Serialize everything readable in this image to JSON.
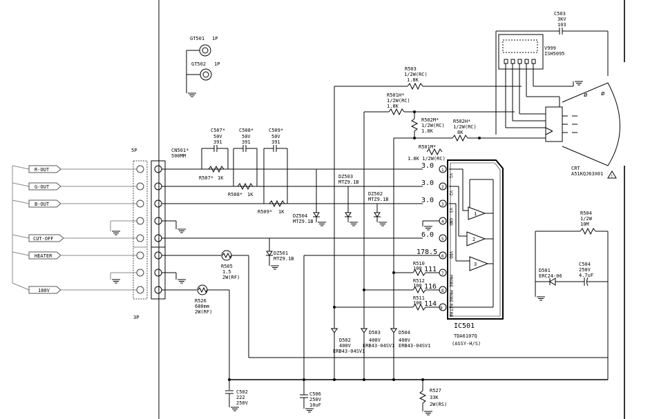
{
  "connectors": {
    "left_pins": "5P",
    "right_pins": "3P"
  },
  "inputs": [
    {
      "label": "R-OUT"
    },
    {
      "label": "G-OUT"
    },
    {
      "label": "B-OUT"
    },
    {
      "label": "CUT-OFF"
    },
    {
      "label": "HEATER"
    },
    {
      "label": "180V"
    }
  ],
  "gt501": {
    "ref": "GT501",
    "val": "1P"
  },
  "gt502": {
    "ref": "GT502",
    "val": "1P"
  },
  "cn501": {
    "ref": "CN501*",
    "val": "500MM"
  },
  "c507": {
    "ref": "C507*",
    "v1": "50V",
    "v2": "391"
  },
  "c508": {
    "ref": "C508*",
    "v1": "50V",
    "v2": "391"
  },
  "c509": {
    "ref": "C509*",
    "v1": "50V",
    "v2": "391"
  },
  "r507": {
    "ref": "R507*",
    "val": "1K"
  },
  "r508": {
    "ref": "R508*",
    "val": "1K"
  },
  "r509": {
    "ref": "R509*",
    "val": "1K"
  },
  "dz503": {
    "ref": "DZ503",
    "val": "MTZ9.1B"
  },
  "dz502": {
    "ref": "DZ502",
    "val": "MTZ9.1B"
  },
  "dz504": {
    "ref": "DZ504",
    "val": "MTZ9.1B"
  },
  "dz501": {
    "ref": "DZ501",
    "val": "MTZ9.1B"
  },
  "r505": {
    "ref": "R505",
    "v1": "1.5",
    "v2": "2W(RF)"
  },
  "r526": {
    "ref": "R526",
    "v1": "680mm",
    "v2": "2W(RF)"
  },
  "r503": {
    "ref": "R503",
    "v1": "1/2W(RC)",
    "v2": "1.8K"
  },
  "r501h": {
    "ref": "R501H*",
    "v1": "1/2W(RC)",
    "v2": "1.8K"
  },
  "r502m": {
    "ref": "R502M*",
    "v1": "1/2W(RC)",
    "v2": "1.8K"
  },
  "r502h": {
    "ref": "R502H*",
    "v1": "1/2W(RC)",
    "v2": "8K"
  },
  "r501m": {
    "ref": "R501M*",
    "v1": "1.8K 1/2W(RC)"
  },
  "c503": {
    "ref": "C503",
    "v1": "3KV",
    "v2": "103"
  },
  "v999": {
    "ref": "V999",
    "val": "ISH5095"
  },
  "crt": {
    "ref": "CRT",
    "val": "A51KQJ63X01"
  },
  "ic": {
    "pins": [
      {
        "num": "1",
        "name": "V1",
        "volt": "3.0"
      },
      {
        "num": "2",
        "name": "V2",
        "volt": "3.0"
      },
      {
        "num": "3",
        "name": "V3",
        "volt": "3.0"
      },
      {
        "num": "4",
        "name": "GND",
        "volt": ""
      },
      {
        "num": "5",
        "name": "VDD",
        "volt": "6.0"
      },
      {
        "num": "6",
        "name": "",
        "volt": "178.5"
      },
      {
        "num": "7",
        "name": "",
        "volt": "111"
      },
      {
        "num": "8",
        "name": "",
        "volt": "116"
      },
      {
        "num": "9",
        "name": "",
        "volt": "114"
      }
    ],
    "side_labels": [
      "PROBE",
      "PROBE",
      "RET",
      "RB"
    ],
    "amp1": "1",
    "amp2": "2",
    "amp3": "3",
    "ref": "IC501",
    "part": "TDA6107Q",
    "assy": "(ASSY-H/S)"
  },
  "r510": {
    "ref": "R510",
    "val": "100"
  },
  "r512": {
    "ref": "R512",
    "val": "100"
  },
  "r511": {
    "ref": "R511",
    "val": "100"
  },
  "r504": {
    "ref": "R504",
    "v1": "1/2W",
    "v2": "10M"
  },
  "d501": {
    "ref": "D501",
    "val": "ERC24-06"
  },
  "c504": {
    "ref": "C504",
    "v1": "250V",
    "v2": "4.7uF"
  },
  "d502": {
    "ref": "D502",
    "v1": "400V",
    "v2": "ERB43-04SV1"
  },
  "d503": {
    "ref": "D503",
    "v1": "400V",
    "v2": "ERB43-04SV1"
  },
  "d504": {
    "ref": "D504",
    "v1": "400V",
    "v2": "ERB43-04SV1"
  },
  "c502": {
    "ref": "C502",
    "v1": "222",
    "v2": "250V"
  },
  "c506": {
    "ref": "C506",
    "v1": "250V",
    "v2": "10uF"
  },
  "r527": {
    "ref": "R527",
    "v1": "33K",
    "v2": "2W(RS)"
  }
}
